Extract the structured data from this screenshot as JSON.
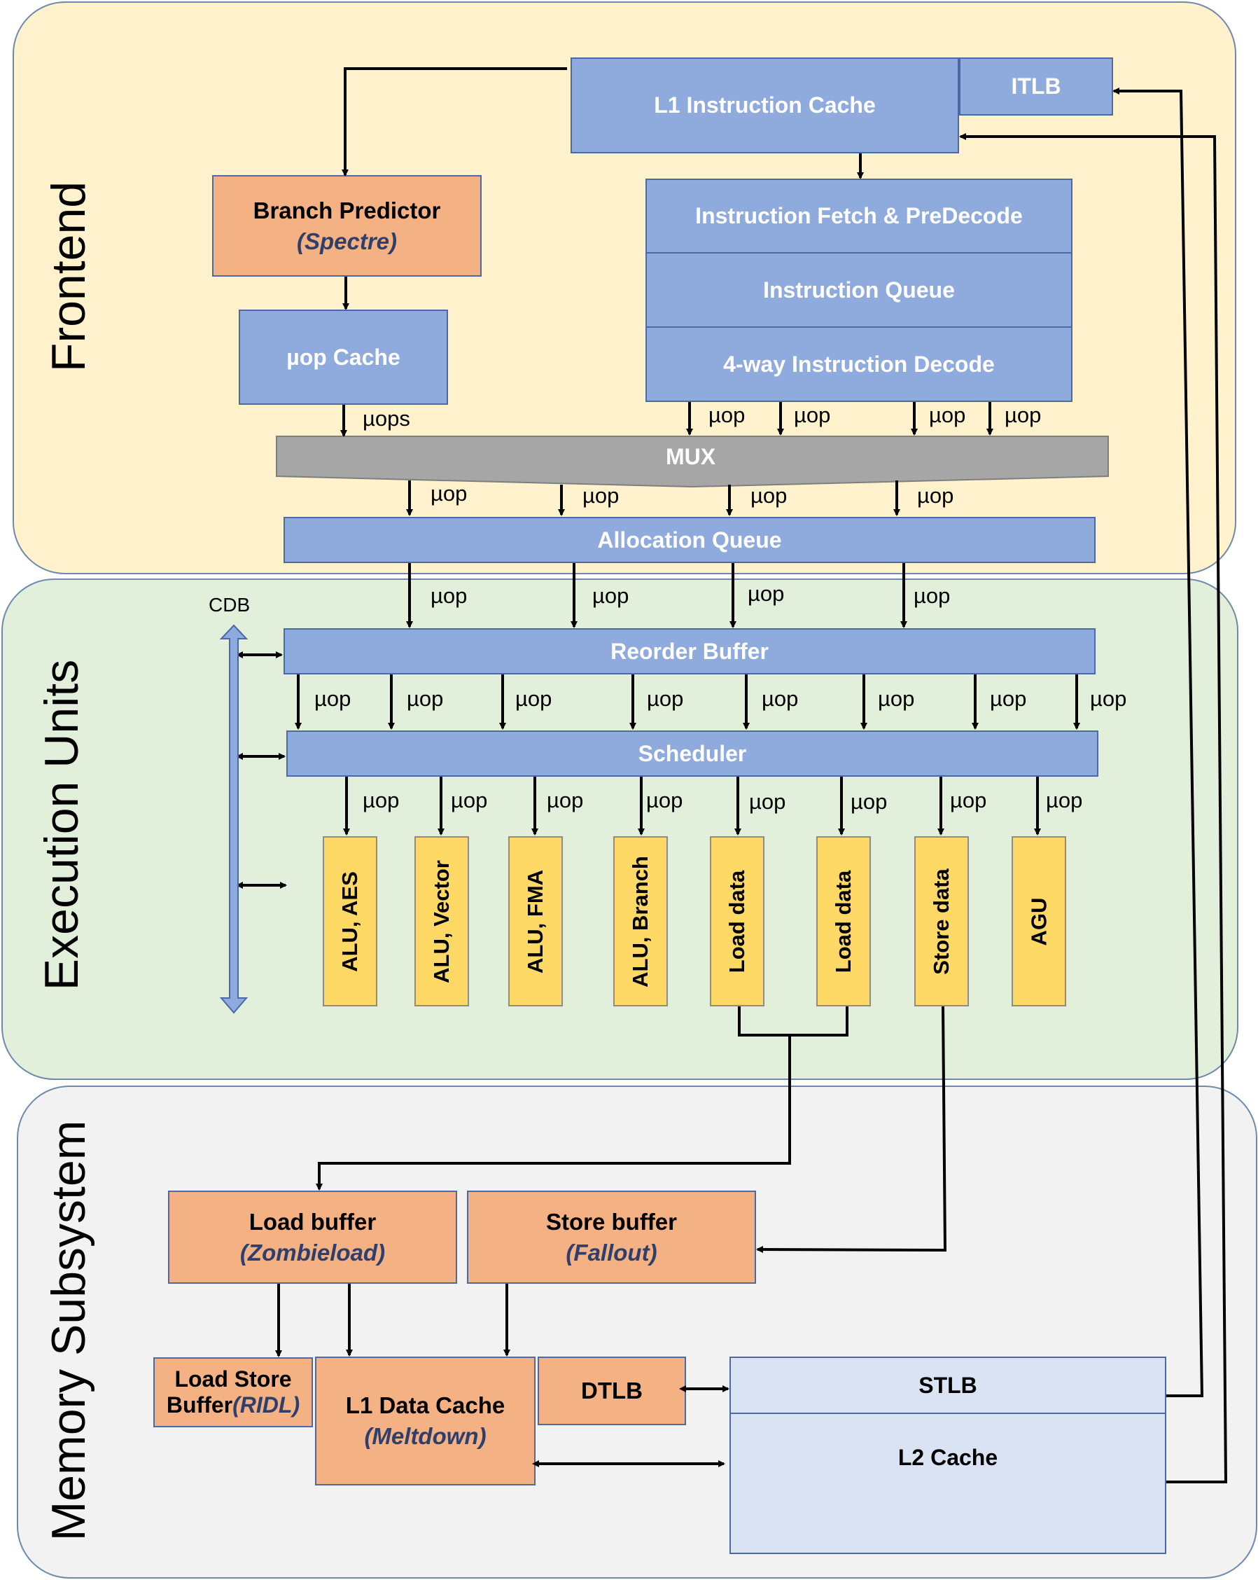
{
  "regions": {
    "frontend": "Frontend",
    "execution": "Execution Units",
    "memory": "Memory Subsystem"
  },
  "frontend": {
    "l1_icache": "L1 Instruction Cache",
    "itlb": "ITLB",
    "branch_predictor": "Branch Predictor",
    "branch_predictor_attack": "(Spectre)",
    "uop_cache": "µop Cache",
    "fetch": "Instruction Fetch & PreDecode",
    "queue": "Instruction Queue",
    "decode": "4-way Instruction Decode",
    "mux": "MUX",
    "allocation_queue": "Allocation Queue",
    "uops_label": "µops",
    "uop_label": "µop"
  },
  "execution": {
    "cdb": "CDB",
    "reorder_buffer": "Reorder Buffer",
    "scheduler": "Scheduler",
    "units": [
      "ALU, AES",
      "ALU, Vector",
      "ALU, FMA",
      "ALU, Branch",
      "Load data",
      "Load data",
      "Store data",
      "AGU"
    ]
  },
  "memory": {
    "load_buffer": "Load buffer",
    "load_buffer_attack": "(Zombieload)",
    "store_buffer": "Store buffer",
    "store_buffer_attack": "(Fallout)",
    "lsb_line1": "Load Store",
    "lsb_line2": "Buffer",
    "lsb_attack": "(RIDL)",
    "l1_dcache": "L1 Data Cache",
    "l1_dcache_attack": "(Meltdown)",
    "dtlb": "DTLB",
    "stlb": "STLB",
    "l2": "L2 Cache"
  }
}
